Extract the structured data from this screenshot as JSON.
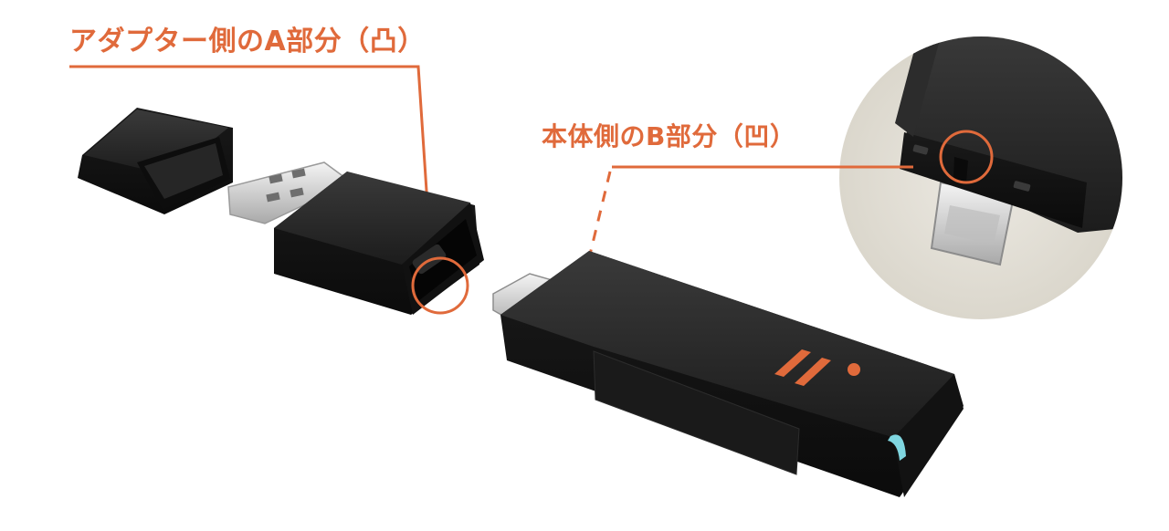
{
  "annotations": {
    "label_a": "アダプター側のA部分（凸）",
    "label_b": "本体側のB部分（凹）"
  },
  "colors": {
    "accent": "#e06a3b",
    "body": "#232323",
    "body_dark": "#141414",
    "metal": "#d9d9d9",
    "zoom_bg": "#e4e1d8",
    "led": "#7fd6e0"
  },
  "objects": {
    "cap": "usb-cap",
    "adapter": "usb-a-adapter",
    "main_body": "usb-c-drive",
    "zoom": "connector-closeup"
  }
}
